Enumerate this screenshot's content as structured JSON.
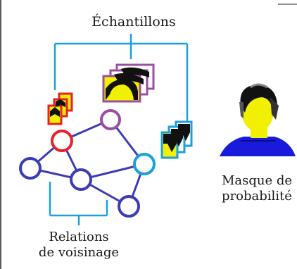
{
  "labels": {
    "samples": "Échantillons",
    "neighborhood_line1": "Relations",
    "neighborhood_line2": "de voisinage",
    "mask_line1": "Masque de",
    "mask_line2": "probabilité"
  },
  "colors": {
    "node_default": "#3c3cb4",
    "node_red": "#e8202a",
    "node_purple": "#9a4fa0",
    "node_cyan": "#1aa0dc",
    "edge": "#3c3cb4",
    "bracket": "#1aa0dc",
    "sample_red_frame": "#e8202a",
    "sample_purple_frame": "#9a4fa0",
    "sample_cyan_frame": "#1aa0dc",
    "sample_yellow": "#f0f000",
    "mask_yellow": "#f0f000",
    "mask_blue": "#1a1adc"
  },
  "graph": {
    "nodes": [
      {
        "name": "graph-node-red",
        "color": "node_red"
      },
      {
        "name": "graph-node-purple",
        "color": "node_purple"
      },
      {
        "name": "graph-node-cyan",
        "color": "node_cyan"
      },
      {
        "name": "graph-node-left",
        "color": "node_default"
      },
      {
        "name": "graph-node-center",
        "color": "node_default"
      },
      {
        "name": "graph-node-bottom",
        "color": "node_default"
      }
    ]
  }
}
